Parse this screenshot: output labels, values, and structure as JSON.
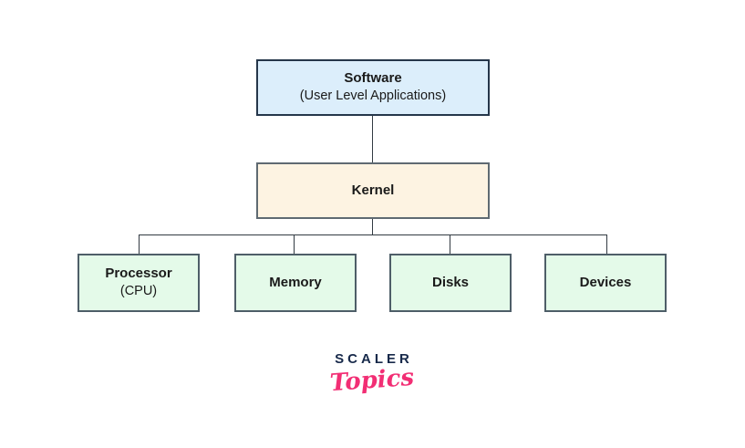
{
  "diagram": {
    "title_implied": "Operating system structure",
    "nodes": {
      "software": {
        "title": "Software",
        "subtitle": "(User Level Applications)"
      },
      "kernel": {
        "title": "Kernel"
      },
      "processor": {
        "title": "Processor",
        "subtitle": "(CPU)"
      },
      "memory": {
        "title": "Memory"
      },
      "disks": {
        "title": "Disks"
      },
      "devices": {
        "title": "Devices"
      }
    },
    "edges": [
      {
        "from": "software",
        "to": "kernel"
      },
      {
        "from": "kernel",
        "to": "processor"
      },
      {
        "from": "kernel",
        "to": "memory"
      },
      {
        "from": "kernel",
        "to": "disks"
      },
      {
        "from": "kernel",
        "to": "devices"
      }
    ],
    "colors": {
      "software_fill": "#dceefb",
      "software_border": "#25364a",
      "kernel_fill": "#fdf3e2",
      "kernel_border": "#5f6a72",
      "resource_fill": "#e4fae9",
      "resource_border": "#4e5e68",
      "line": "#323a42"
    }
  },
  "logo": {
    "brand": "SCALER",
    "sub": "Topics",
    "brand_color": "#17294a",
    "sub_color": "#f22e74"
  }
}
